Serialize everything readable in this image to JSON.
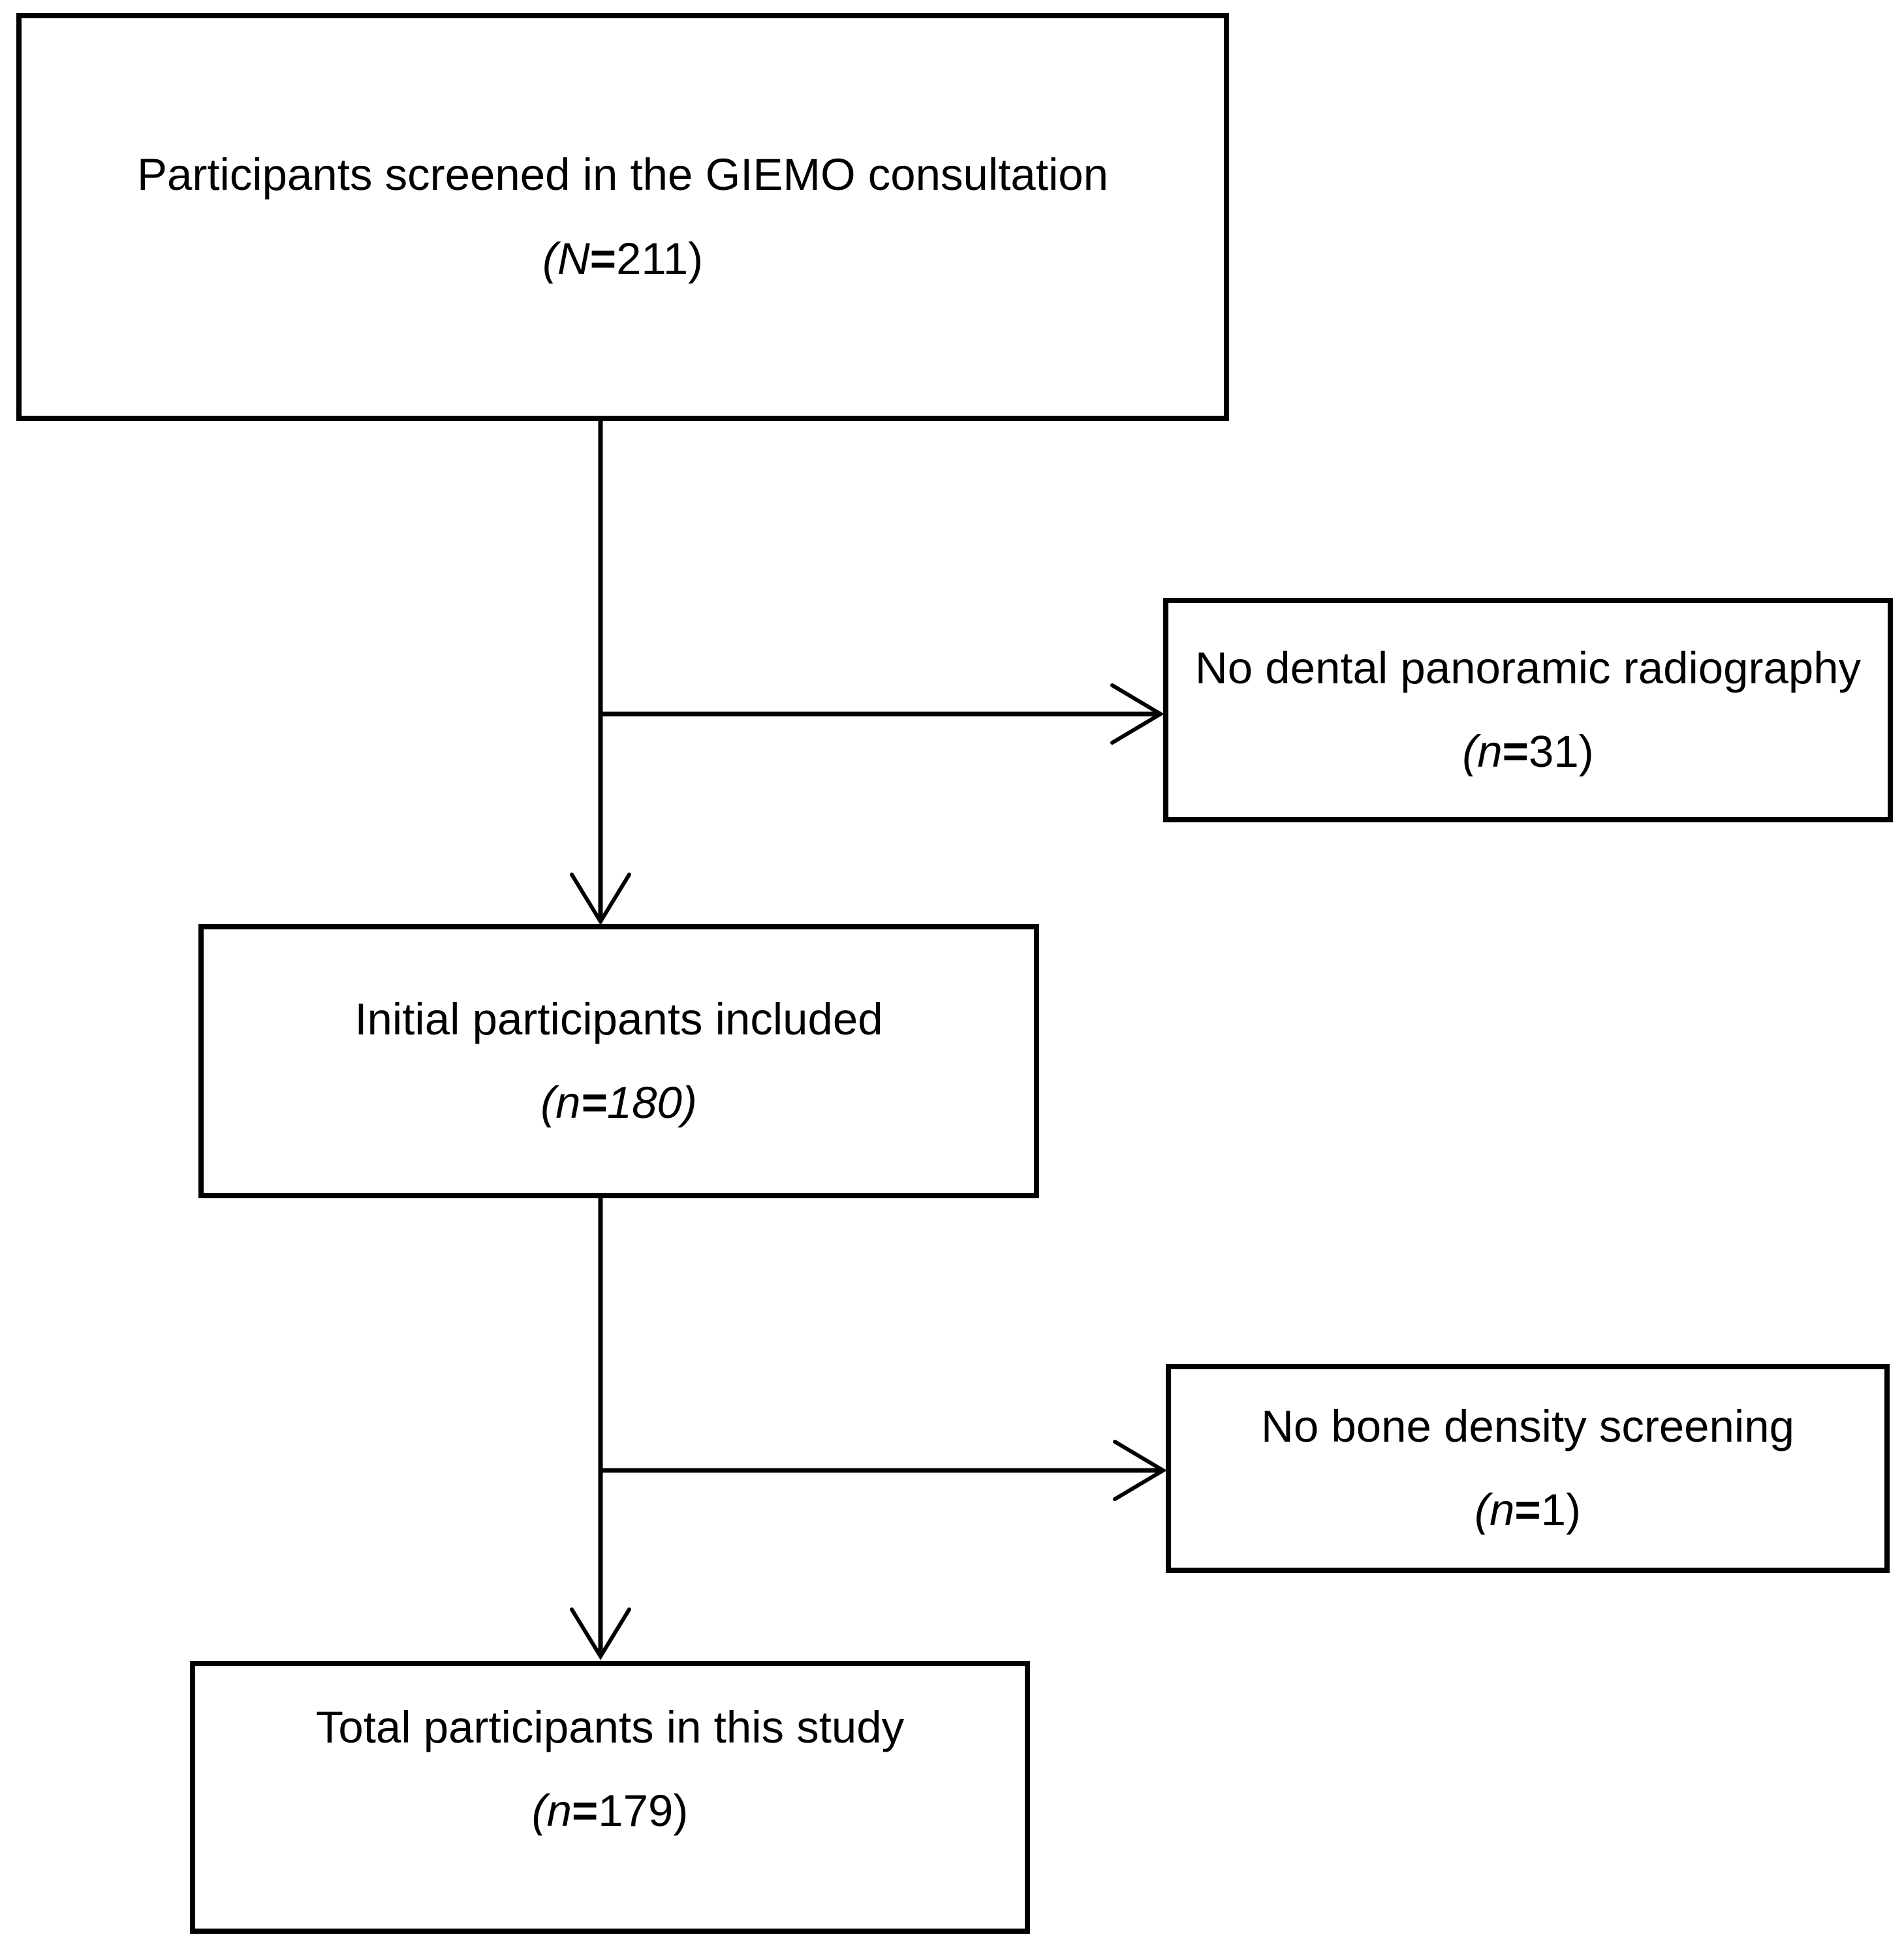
{
  "diagram": {
    "background_color": "#ffffff",
    "line_color": "#000000",
    "text_color": "#000000",
    "nodes": {
      "screened": {
        "title": "Participants screened in the GIEMO consultation",
        "count_open": "(N",
        "count_eq": "=",
        "count_rest": "211)"
      },
      "no_radiography": {
        "title": "No dental panoramic radiography",
        "count_open": "(n",
        "count_eq": "=",
        "count_rest": "31)"
      },
      "included": {
        "title": "Initial participants included",
        "count_open": "(n",
        "count_eq": "=",
        "count_rest": "180)"
      },
      "no_bone_density": {
        "title": "No bone density screening",
        "count_open": "(n",
        "count_eq": "=",
        "count_rest": "1)"
      },
      "total": {
        "title": "Total participants in this study",
        "count_open": "(n",
        "count_eq": "=",
        "count_rest": "179)"
      }
    },
    "edges": [
      {
        "from": "screened",
        "to": "included",
        "type": "arrow-down"
      },
      {
        "from": "screened",
        "to": "no_radiography",
        "type": "arrow-right"
      },
      {
        "from": "included",
        "to": "total",
        "type": "arrow-down"
      },
      {
        "from": "included",
        "to": "no_bone_density",
        "type": "arrow-right"
      }
    ]
  }
}
